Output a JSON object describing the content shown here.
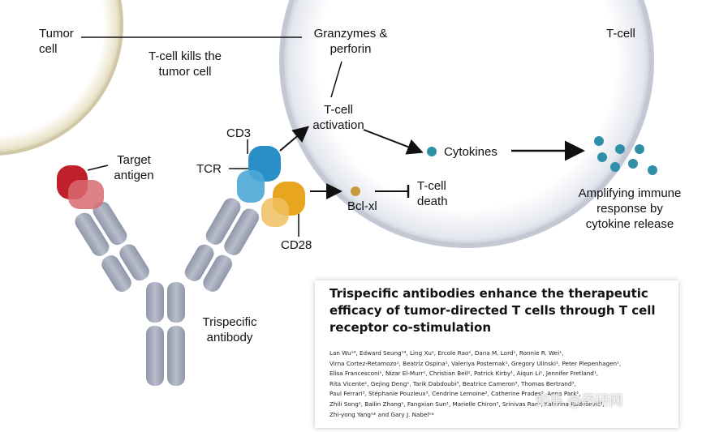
{
  "labels": {
    "tumor_cell": "Tumor\ncell",
    "granzymes": "Granzymes &\nperforin",
    "t_cell": "T-cell",
    "kills": "T-cell kills the\ntumor cell",
    "activation": "T-cell\nactivation",
    "cd3": "CD3",
    "tcr": "TCR",
    "target_antigen": "Target\nantigen",
    "cytokines": "Cytokines",
    "bcl_xl": "Bcl-xl",
    "t_cell_death": "T-cell\ndeath",
    "amplifying": "Amplifying immune\nresponse by\ncytokine release",
    "cd28": "CD28",
    "trispecific": "Trispecific\nantibody"
  },
  "paper": {
    "title": "Trispecific antibodies enhance the therapeutic efficacy of tumor-directed T cells through T cell receptor co-stimulation",
    "authors": "Lan Wu¹⁴, Edward Seung¹⁴, Ling Xu¹, Ercole Rao², Dana M. Lord¹, Ronnie R. Wei¹,\nVirna Cortez-Retamozo¹, Beatriz Ospina¹, Valeriya Posternak¹, Gregory Ulinski¹, Peter Piepenhagen¹,\nElisa Francesconi¹, Nizar El-Murr¹, Christian Beil², Patrick Kirby¹, Aiqun Li¹, Jennifer Fretland¹,\nRita Vicente¹, Gejing Deng¹, Tarik Dabdoubi³, Beatrice Cameron³, Thomas Bertrand³,\nPaul Ferrari³, Stéphanie Pouzieux³, Cendrine Lemoine³, Catherine Prades³, Anna Park¹,\nZhili Song¹, Bailin Zhang¹, Fangxian Sun¹, Marielle Chiron³, Srinivas Rao¹, Katarina Radošević¹,\nZhi-yong Yang¹* and Gary J. Nabel¹*"
  },
  "watermark": "知乎 @药研网",
  "colors": {
    "antibody_arm": "#a7adbd",
    "target_antigen": "#c0202a",
    "cd3_tcr": "#2a8fc6",
    "cd28": "#e8a520",
    "cytokine": "#2f8fa8",
    "bcl_xl": "#c99a3a"
  }
}
